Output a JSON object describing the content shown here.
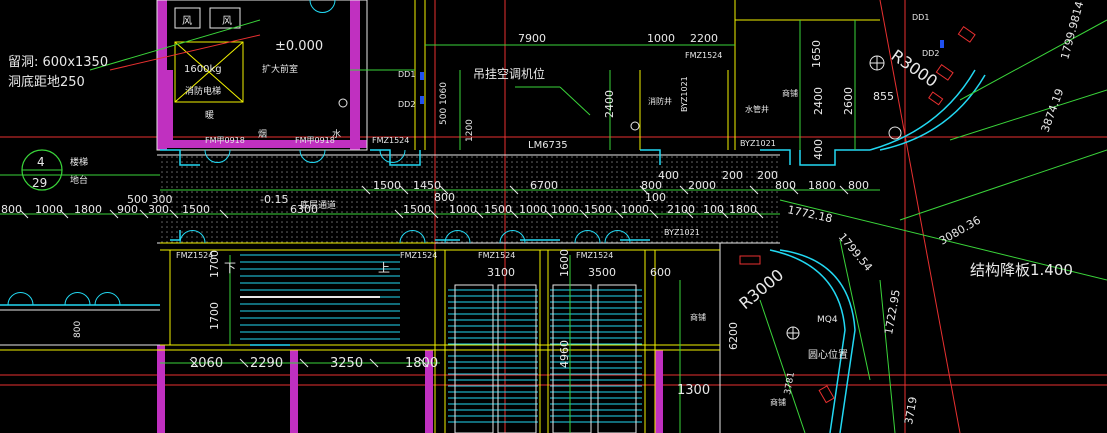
{
  "colors": {
    "bg": "#000000",
    "white": "#e8e8e8",
    "yellow": "#f2f200",
    "cyan": "#22d8f2",
    "green": "#3ad43a",
    "magenta": "#e040e0",
    "red": "#e83030",
    "grey": "#9a9a9a",
    "hatch": "#5a5a5a"
  },
  "annotations": {
    "opening_line1": "留洞: 600x1350",
    "opening_line2": "洞底距地250",
    "structural_drop": "结构降板1.400",
    "circle_num_top": "4",
    "circle_num_bottom": "29",
    "circle_side_top": "楼梯",
    "circle_side_bottom": "地台"
  },
  "rooms": {
    "elevator_load": "1600kg",
    "elevator_name": "消防电梯",
    "level": "±0.000",
    "lobby": "扩大前室",
    "ac_position": "吊挂空调机位",
    "corridor_level": "-0.15",
    "corridor_name": "底层通道",
    "fire_shaft": "消防井",
    "duct_well": "水管井",
    "shop_a": "商铺",
    "shop_b": "商铺",
    "shop_c": "商铺",
    "fan_a": "风",
    "fan_b": "风",
    "down": "下",
    "up": "上",
    "dim_label_a": "烟",
    "dim_label_b": "水",
    "dim_label_c": "暖",
    "center_label": "圆心位置"
  },
  "tags": {
    "dd1a": "DD1",
    "dd2a": "DD2",
    "dd1b": "DD1",
    "dd2b": "DD2",
    "fmz_top": "FMZ1524",
    "fmz_left1": "FMZ1524",
    "fmz_mid1": "FMZ1524",
    "fmz_mid2": "FMZ1524",
    "fmz_right": "FMZ1524",
    "fmz_stair": "FMZ1524",
    "fm_a": "FM甲0918",
    "fm_b": "FM甲0918",
    "lm": "LM6735",
    "byz_a": "BYZ1021",
    "byz_b": "BYZ1021",
    "byz_c": "BYZ1021",
    "mq": "MQ4",
    "r3000a": "R3000",
    "r3000b": "R3000"
  },
  "dims": {
    "d7900": "7900",
    "d1000": "1000",
    "d2200": "2200",
    "d1650": "1650",
    "d2400": "2400",
    "d2600": "2600",
    "d855": "855",
    "d400": "400",
    "d500_1060": "500 1060",
    "d1200": "1200",
    "d2400b": "2400",
    "row1": [
      "1500",
      "1450",
      "6700",
      "800",
      "400",
      "2000",
      "200",
      "200",
      "800",
      "1800",
      "800"
    ],
    "row2": [
      "800",
      "1000",
      "1800",
      "900",
      "300",
      "1500",
      "6300",
      "1500",
      "800",
      "1000",
      "1500",
      "1000",
      "1000",
      "1500",
      "1000",
      "100",
      "2100",
      "100",
      "1800"
    ],
    "d500_300": "500 300",
    "d1772": "1772.18",
    "d1799": "1799.54",
    "d3080": "3080.36",
    "d3874": "3874.19",
    "d1799b": "1799.9814",
    "d1722": "1722.95",
    "d3719": "3719",
    "d3781": "3781",
    "d3100": "3100",
    "d3500": "3500",
    "d1600": "1600",
    "d4960": "4960",
    "d600": "600",
    "d1700a": "1700",
    "d1700b": "1700",
    "d6200": "6200",
    "d1300": "1300",
    "d800v": "800",
    "bottom": [
      "2060",
      "2290",
      "3250",
      "1800"
    ]
  }
}
